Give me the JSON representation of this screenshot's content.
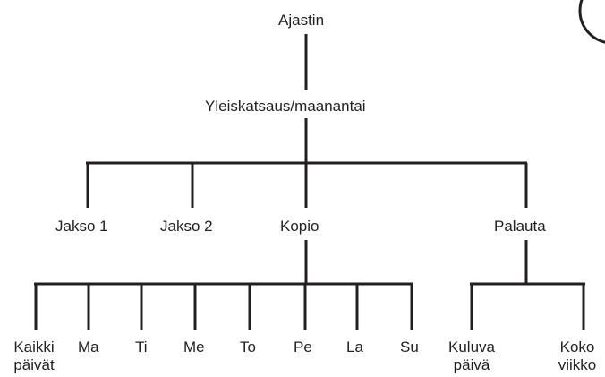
{
  "diagram": {
    "root": "Ajastin",
    "overview": "Yleiskatsaus/maanantai",
    "branches": {
      "period1": "Jakso 1",
      "period2": "Jakso 2",
      "copy": "Kopio",
      "restore": "Palauta"
    },
    "copy_children": [
      {
        "line1": "Kaikki",
        "line2": "päivät"
      },
      {
        "line1": "Ma"
      },
      {
        "line1": "Ti"
      },
      {
        "line1": "Me"
      },
      {
        "line1": "To"
      },
      {
        "line1": "Pe"
      },
      {
        "line1": "La"
      },
      {
        "line1": "Su"
      }
    ],
    "restore_children": [
      {
        "line1": "Kuluva",
        "line2": "päivä"
      },
      {
        "line1": "Koko",
        "line2": "viikko"
      }
    ]
  }
}
